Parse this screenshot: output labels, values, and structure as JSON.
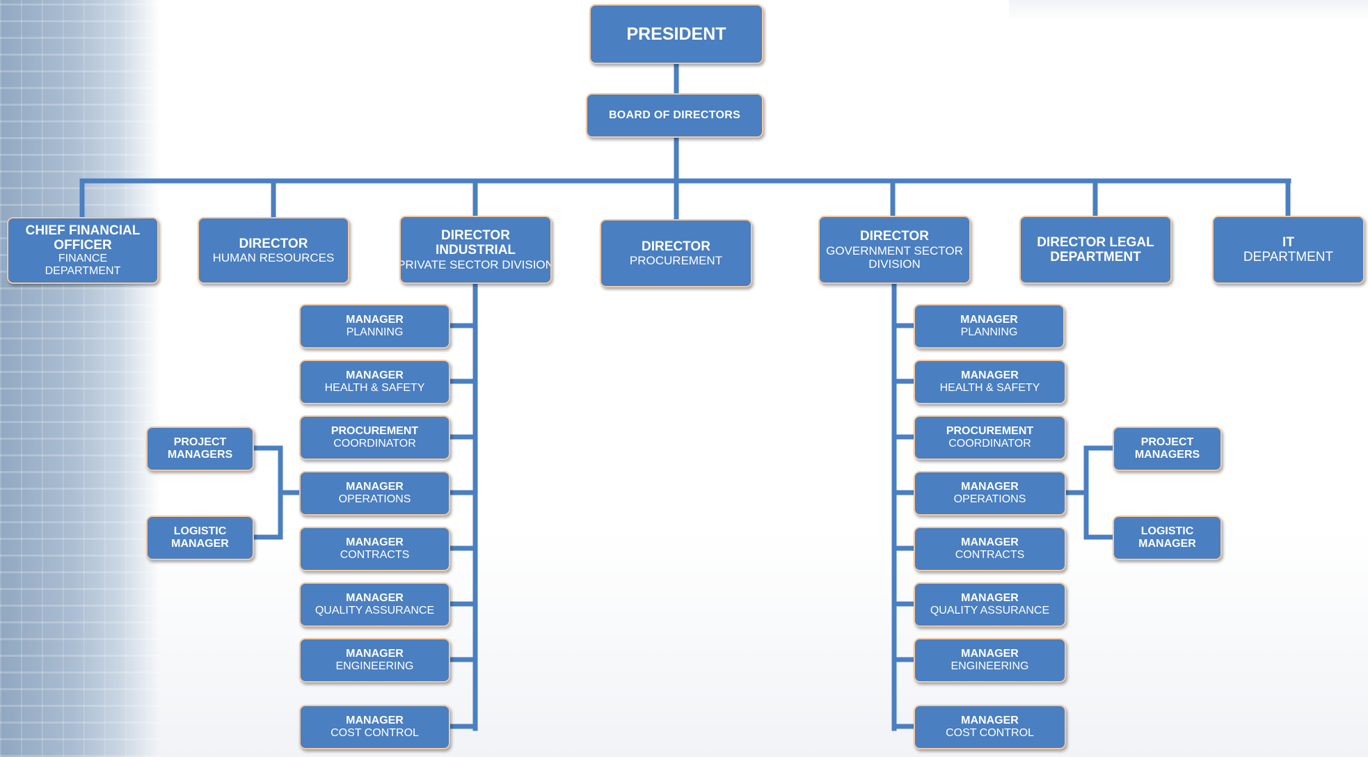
{
  "chart": {
    "president": {
      "title": "PRESIDENT"
    },
    "board": {
      "title": "BOARD OF DIRECTORS"
    },
    "departments": [
      {
        "title": "CHIEF FINANCIAL OFFICER",
        "subtitle": "FINANCE DEPARTMENT"
      },
      {
        "title": "DIRECTOR",
        "subtitle": "HUMAN RESOURCES"
      },
      {
        "title": "DIRECTOR INDUSTRIAL",
        "subtitle": "PRIVATE SECTOR DIVISION"
      },
      {
        "title": "DIRECTOR",
        "subtitle": "PROCUREMENT"
      },
      {
        "title": "DIRECTOR",
        "subtitle": "GOVERNMENT SECTOR DIVISION"
      },
      {
        "title": "DIRECTOR LEGAL DEPARTMENT",
        "subtitle": ""
      },
      {
        "title": "IT",
        "subtitle": "DEPARTMENT"
      }
    ],
    "private_managers": [
      {
        "title": "MANAGER",
        "subtitle": "PLANNING"
      },
      {
        "title": "MANAGER",
        "subtitle": "HEALTH & SAFETY"
      },
      {
        "title": "PROCUREMENT",
        "subtitle": "COORDINATOR"
      },
      {
        "title": "MANAGER",
        "subtitle": "OPERATIONS"
      },
      {
        "title": "MANAGER",
        "subtitle": "CONTRACTS"
      },
      {
        "title": "MANAGER",
        "subtitle": "QUALITY ASSURANCE"
      },
      {
        "title": "MANAGER",
        "subtitle": "ENGINEERING"
      },
      {
        "title": "MANAGER",
        "subtitle": "COST CONTROL"
      }
    ],
    "government_managers": [
      {
        "title": "MANAGER",
        "subtitle": "PLANNING"
      },
      {
        "title": "MANAGER",
        "subtitle": "HEALTH & SAFETY"
      },
      {
        "title": "PROCUREMENT",
        "subtitle": "COORDINATOR"
      },
      {
        "title": "MANAGER",
        "subtitle": "OPERATIONS"
      },
      {
        "title": "MANAGER",
        "subtitle": "CONTRACTS"
      },
      {
        "title": "MANAGER",
        "subtitle": "QUALITY ASSURANCE"
      },
      {
        "title": "MANAGER",
        "subtitle": "ENGINEERING"
      },
      {
        "title": "MANAGER",
        "subtitle": "COST CONTROL"
      }
    ],
    "private_operations_reports": [
      {
        "title": "PROJECT MANAGERS"
      },
      {
        "title": "LOGISTIC MANAGER"
      }
    ],
    "government_operations_reports": [
      {
        "title": "PROJECT MANAGERS"
      },
      {
        "title": "LOGISTIC MANAGER"
      }
    ],
    "colors": {
      "box_fill": "#4a7fc1",
      "box_border": "#f3c79e",
      "connector": "#4a7fc1",
      "text": "#ffffff"
    }
  }
}
